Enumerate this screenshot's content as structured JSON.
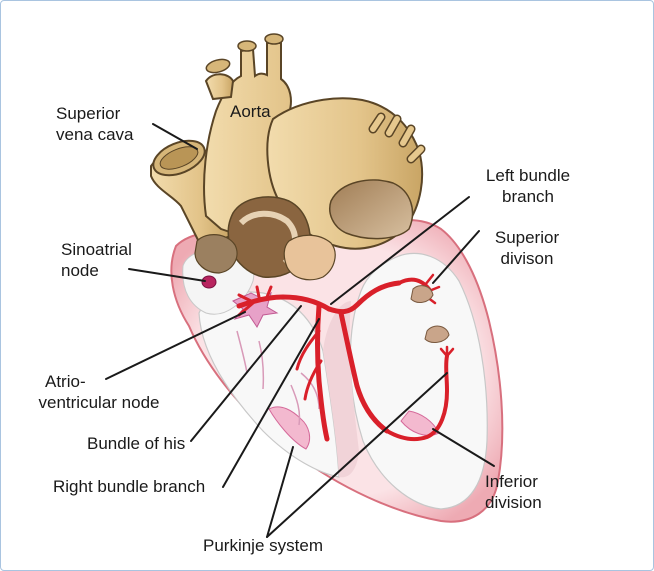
{
  "labels": {
    "aorta": "Aorta",
    "superior_vena_cava": [
      "Superior",
      "vena cava"
    ],
    "sinoatrial_node": [
      "Sinoatrial",
      "node"
    ],
    "left_bundle_branch": [
      "Left bundle",
      "branch"
    ],
    "superior_division": [
      "Superior",
      "divison"
    ],
    "atrioventricular_node": [
      "Atrio-",
      "ventricular node"
    ],
    "bundle_of_his": "Bundle of his",
    "right_bundle_branch": "Right bundle branch",
    "inferior_division": [
      "Inferior",
      "division"
    ],
    "purkinje_system": "Purkinje system"
  },
  "colors": {
    "frame_border": "#a9c4e0",
    "vessel_fill": "#e6c88e",
    "vessel_stroke": "#5a4526",
    "conduction_red": "#d9202a",
    "heart_wall": "#f4c9cf",
    "chamber_fill": "#f7f7f7",
    "node_pink": "#e7a1c8"
  },
  "icons": [
    "heart-illustration"
  ]
}
